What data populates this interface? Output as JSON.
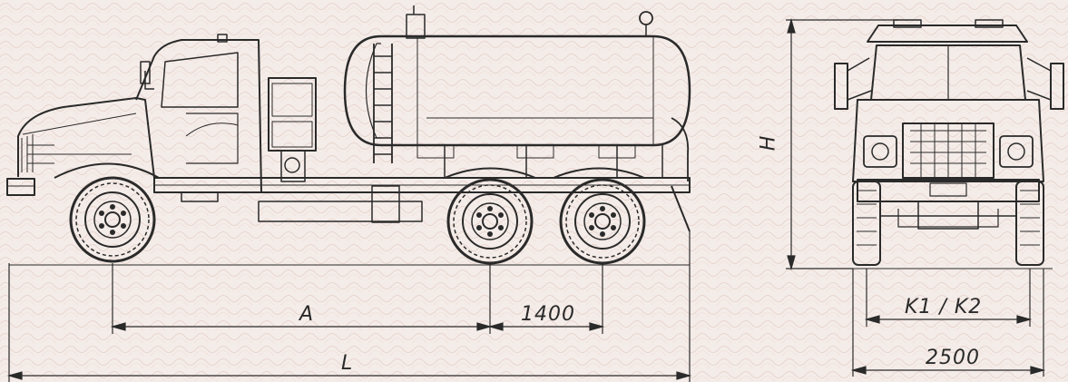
{
  "dimensions": {
    "wheelbase": "A",
    "bogie": "1400",
    "overall_length": "L",
    "overall_height": "H",
    "track": "K1 / K2",
    "overall_width": "2500"
  },
  "colors": {
    "paper": "#f4ece8",
    "ink": "#2a2a2a",
    "watermark": "#e9d6d0"
  }
}
